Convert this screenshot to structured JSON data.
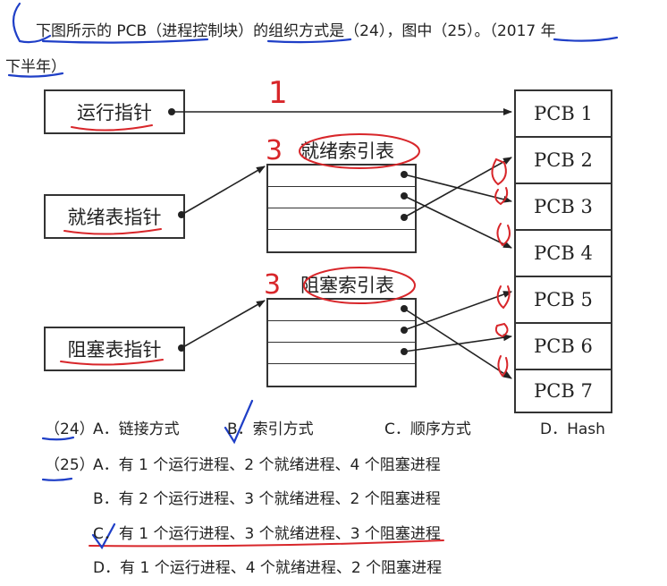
{
  "question": {
    "line1": "下图所示的 PCB（进程控制块）的组织方式是（24），图中（25）。（2017 年",
    "line2": "下半年）"
  },
  "diagram": {
    "running_pointer": "运行指针",
    "ready_pointer": "就绪表指针",
    "blocked_pointer": "阻塞表指针",
    "ready_index_title": "就绪索引表",
    "blocked_index_title": "阻塞索引表",
    "pcbs": [
      "PCB 1",
      "PCB 2",
      "PCB 3",
      "PCB 4",
      "PCB 5",
      "PCB 6",
      "PCB 7"
    ]
  },
  "annotations": {
    "one": "1",
    "three_a": "3",
    "three_b": "3"
  },
  "q24": {
    "number": "（24）",
    "options": [
      {
        "letter": "A．",
        "text": "链接方式"
      },
      {
        "letter": "B．",
        "text": "索引方式"
      },
      {
        "letter": "C．",
        "text": "顺序方式"
      },
      {
        "letter": "D．",
        "text": "Hash"
      }
    ]
  },
  "q25": {
    "number": "（25）",
    "options": [
      {
        "letter": "A．",
        "text": "有 1 个运行进程、2 个就绪进程、4 个阻塞进程"
      },
      {
        "letter": "B．",
        "text": "有 2 个运行进程、3 个就绪进程、2 个阻塞进程"
      },
      {
        "letter": "C．",
        "text": "有 1 个运行进程、3 个就绪进程、3 个阻塞进程"
      },
      {
        "letter": "D．",
        "text": "有 1 个运行进程、4 个就绪进程、2 个阻塞进程"
      }
    ]
  },
  "colors": {
    "ink": "#222222",
    "pen_red": "#d8262a",
    "pen_blue": "#1f3fc7"
  }
}
